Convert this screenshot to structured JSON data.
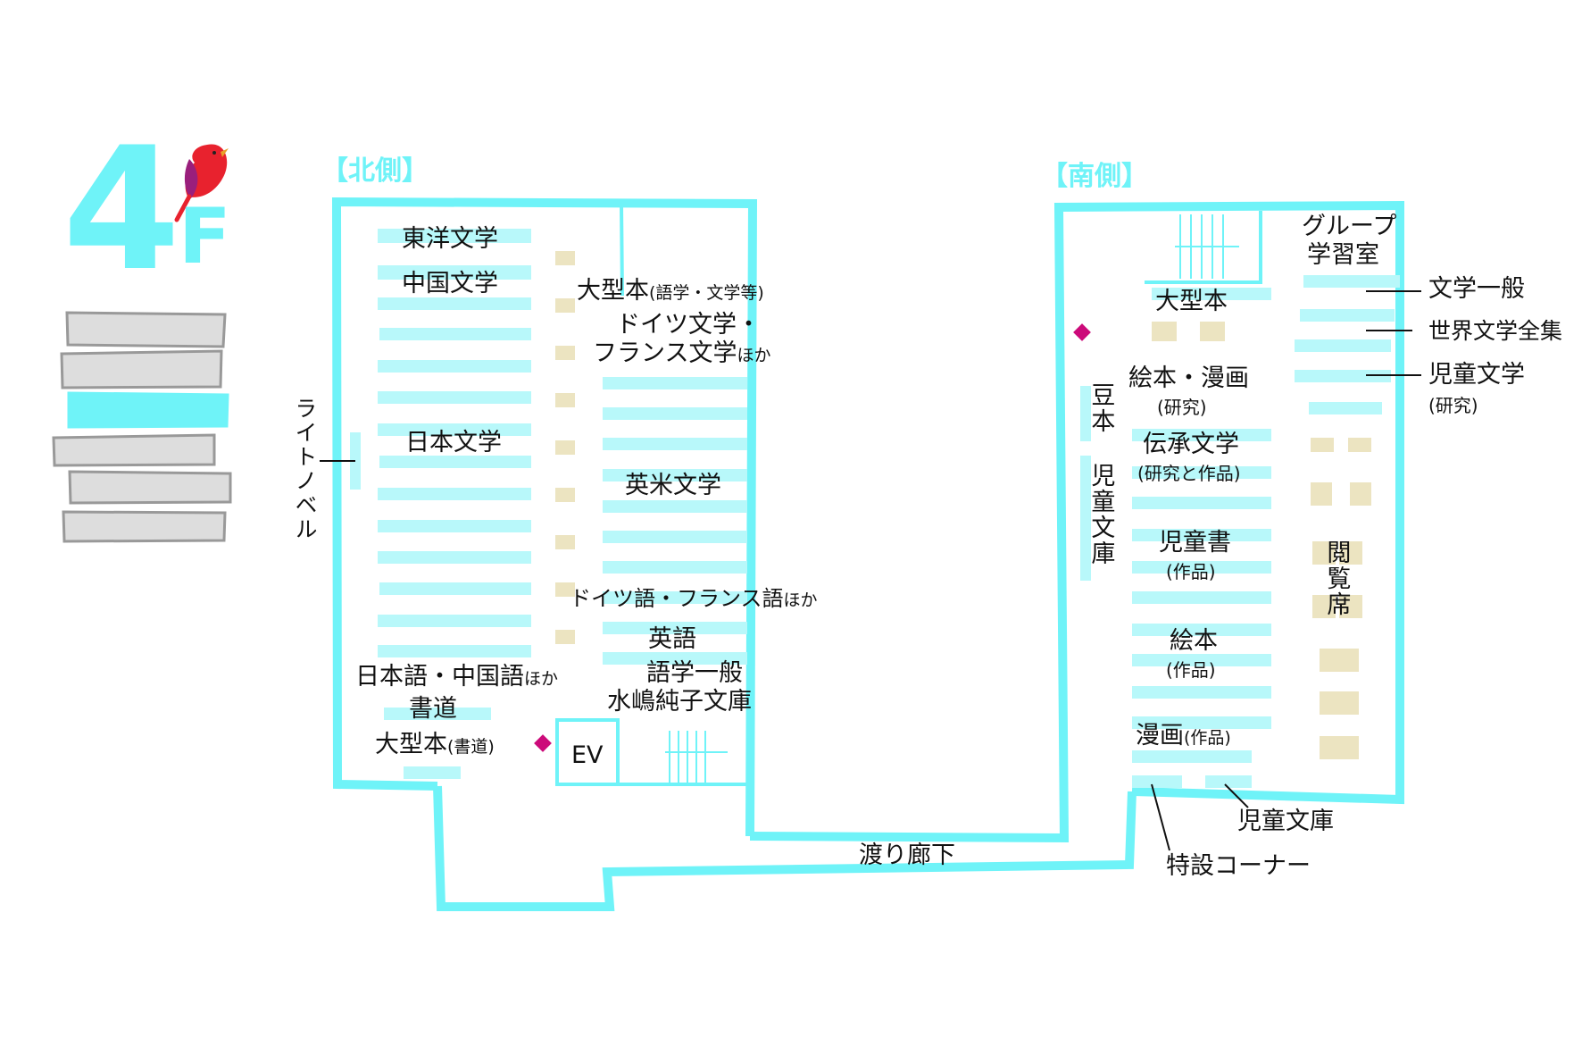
{
  "floor": {
    "number": "4",
    "letter": "F"
  },
  "sections": {
    "north": "【北側】",
    "south": "【南側】"
  },
  "labels": {
    "toyo_bungaku": "東洋文学",
    "chugoku_bungaku": "中国文学",
    "oogata_bon_gogaku": "大型本",
    "oogata_bon_gogaku_note": "(語学・文学等)",
    "doitsu_bungaku": "ドイツ文学・",
    "furansu_bungaku": "フランス文学",
    "furansu_bungaku_note": "ほか",
    "nihon_bungaku": "日本文学",
    "eibei_bungaku": "英米文学",
    "raito_noberu": "ライトノベル",
    "doitsugo_furansugo": "ドイツ語・フランス語",
    "doitsugo_furansugo_note": "ほか",
    "eigo": "英語",
    "gogaku_ippan": "語学一般",
    "mizushima_bunko": "水嶋純子文庫",
    "nihongo_chugokugo": "日本語・中国語",
    "nihongo_chugokugo_note": "ほか",
    "shodo": "書道",
    "oogata_bon_shodo": "大型本",
    "oogata_bon_shodo_note": "(書道)",
    "ev": "EV",
    "watari_rouka": "渡り廊下",
    "group_study_1": "グループ",
    "group_study_2": "学習室",
    "oogata_bon_south": "大型本",
    "bungaku_ippan": "文学一般",
    "sekai_bungaku_zenshu": "世界文学全集",
    "jido_bungaku": "児童文学",
    "jido_bungaku_note": "(研究)",
    "ehon_manga": "絵本・漫画",
    "ehon_manga_note": "(研究)",
    "mamehon": "豆本",
    "jido_bunko_vertical": "児童文庫",
    "densho_bungaku": "伝承文学",
    "densho_bungaku_note": "(研究と作品)",
    "jidosho": "児童書",
    "jidosho_note": "(作品)",
    "etsuran_seki": "閲覧席",
    "ehon": "絵本",
    "ehon_note": "(作品)",
    "manga": "漫画",
    "manga_note": "(作品)",
    "jido_bunko": "児童文庫",
    "tokusetsu_corner": "特設コーナー"
  },
  "colors": {
    "wall": "#6ff3f8",
    "shelf": "#b8f8fa",
    "seat": "#ece4c1",
    "marker": "#cc0a7a",
    "bird_red": "#e8222e",
    "bird_purple": "#9a1f7c",
    "book_gray": "#dddddd"
  },
  "icons": {
    "bird": "red-bird-icon",
    "books": "book-stack-icon",
    "marker": "location-diamond-icon"
  }
}
